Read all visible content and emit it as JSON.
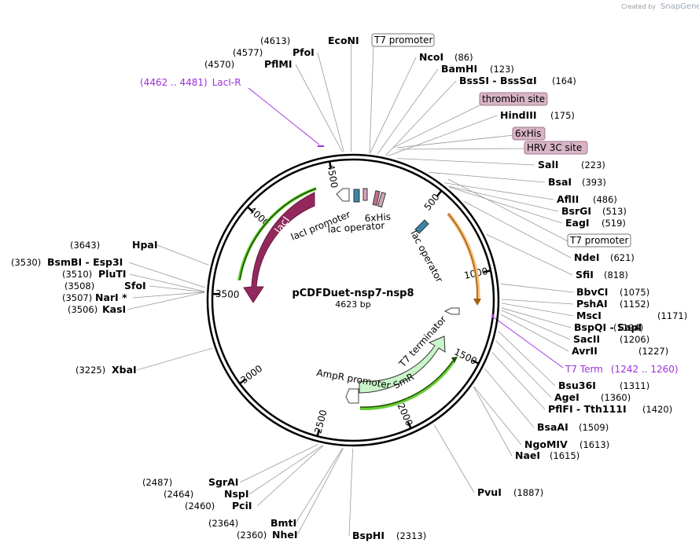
{
  "header": {
    "credit": "Created by",
    "brand": "SnapGene"
  },
  "map": {
    "name": "pCDFDuet-nsp7-nsp8",
    "length": "4623 bp"
  },
  "ticks": [
    "500",
    "1000",
    "1500",
    "2000",
    "2500",
    "3000",
    "3500",
    "4000",
    "4500"
  ],
  "right_sites": [
    {
      "name": "NcoI",
      "pos": "(86)"
    },
    {
      "name": "BamHI",
      "pos": "(123)"
    },
    {
      "name": "BssSI - BssSαI",
      "pos": "(164)"
    },
    {
      "name": "HindIII",
      "pos": "(175)"
    },
    {
      "name": "SalI",
      "pos": "(223)"
    },
    {
      "name": "BsaI",
      "pos": "(393)"
    },
    {
      "name": "AflII",
      "pos": "(486)"
    },
    {
      "name": "BsrGI",
      "pos": "(513)"
    },
    {
      "name": "EagI",
      "pos": "(519)"
    },
    {
      "name": "NdeI",
      "pos": "(621)"
    },
    {
      "name": "SfiI",
      "pos": "(818)"
    },
    {
      "name": "BbvCI",
      "pos": "(1075)"
    },
    {
      "name": "PshAI",
      "pos": "(1152)"
    },
    {
      "name": "MscI",
      "pos": "(1171)"
    },
    {
      "name": "BspQI - SapI",
      "pos": "(1194)"
    },
    {
      "name": "SacII",
      "pos": "(1206)"
    },
    {
      "name": "AvrII",
      "pos": "(1227)"
    },
    {
      "name": "Bsu36I",
      "pos": "(1311)"
    },
    {
      "name": "AgeI",
      "pos": "(1360)"
    },
    {
      "name": "PflFI - Tth111I",
      "pos": "(1420)"
    },
    {
      "name": "BsaAI",
      "pos": "(1509)"
    },
    {
      "name": "NgoMIV",
      "pos": "(1613)"
    },
    {
      "name": "NaeI",
      "pos": "(1615)"
    },
    {
      "name": "PvuI",
      "pos": "(1887)"
    },
    {
      "name": "BspHI",
      "pos": "(2313)"
    }
  ],
  "left_sites": [
    {
      "name": "EcoNI",
      "pos": "(4613)"
    },
    {
      "name": "PfoI",
      "pos": "(4577)"
    },
    {
      "name": "PflMI",
      "pos": "(4570)"
    },
    {
      "name": "HpaI",
      "pos": "(3643)"
    },
    {
      "name": "BsmBI - Esp3I",
      "pos": "(3530)"
    },
    {
      "name": "PluTI",
      "pos": "(3510)"
    },
    {
      "name": "SfoI",
      "pos": "(3508)"
    },
    {
      "name": "NarI *",
      "pos": "(3507)"
    },
    {
      "name": "KasI",
      "pos": "(3506)"
    },
    {
      "name": "XbaI",
      "pos": "(3225)"
    },
    {
      "name": "SgrAI",
      "pos": "(2487)"
    },
    {
      "name": "NspI",
      "pos": "(2464)"
    },
    {
      "name": "PciI",
      "pos": "(2460)"
    },
    {
      "name": "BmtI",
      "pos": "(2364)"
    },
    {
      "name": "NheI",
      "pos": "(2360)"
    }
  ],
  "primers": [
    {
      "range": "(4462 .. 4481)",
      "name": "LacI-R"
    },
    {
      "range": "(1242 .. 1260)",
      "name": "T7 Term"
    }
  ],
  "boxed": {
    "t7_promoter_top": "T7 promoter",
    "t7_promoter_right": "T7 promoter",
    "thrombin": "thrombin site",
    "his": "6xHis",
    "hrv": "HRV 3C site"
  },
  "features": {
    "lacI": "lacI",
    "lacI_promoter": "lacI promoter",
    "lac_operator_1": "lac operator",
    "his_inner": "6xHis",
    "lac_operator_2": "lac operator",
    "t7_terminator": "T7 terminator",
    "smr": "SmR",
    "ampr_promoter": "AmpR promoter"
  },
  "colors": {
    "lacI": "#93285d",
    "smr": "#c9f5c9",
    "orange_orf": "#f0a030",
    "primer": "#9b30d9",
    "box_fill": "#d8b4c4",
    "backbone": "#000000"
  }
}
